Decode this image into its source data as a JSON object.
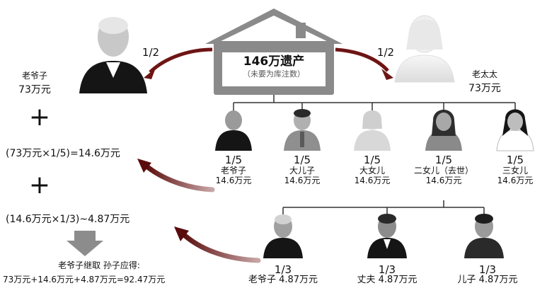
{
  "house": {
    "title": "146万遗产",
    "subtitle": "（未要为库注数）"
  },
  "grandpa": {
    "name": "老爷子",
    "amount": "73万元",
    "share": "1/2"
  },
  "grandma": {
    "name": "老太太",
    "amount": "73万元",
    "share": "1/2"
  },
  "operators": {
    "plus1": "+",
    "plus2": "+"
  },
  "equations": {
    "eq1": "(73万元×1/5)=14.6万元",
    "eq2": "(14.6万元×1/3)~4.87万元",
    "total_title": "老爷子继取  孙子应得:",
    "total": "73万元+14.6万元+4.87万元=92.47万元"
  },
  "children": [
    {
      "share": "1/5",
      "name": "老爷子",
      "amount": "14.6万元"
    },
    {
      "share": "1/5",
      "name": "大儿子",
      "amount": "14.6万元"
    },
    {
      "share": "1/5",
      "name": "大女儿",
      "amount": "14.6万元"
    },
    {
      "share": "1/5",
      "name": "二女儿（去世）",
      "amount": "14.6万元"
    },
    {
      "share": "1/5",
      "name": "三女儿",
      "amount": "14.6万元"
    }
  ],
  "grandchildren": [
    {
      "share": "1/3",
      "label": "老爷子 4.87万元"
    },
    {
      "share": "1/3",
      "label": "丈夫 4.87万元"
    },
    {
      "share": "1/3",
      "label": "儿子 4.87万元"
    }
  ],
  "colors": {
    "house": "#8a8a8a",
    "arrow": "#6e1414",
    "downArrow": "#8c8c8c",
    "line": "#333333"
  }
}
